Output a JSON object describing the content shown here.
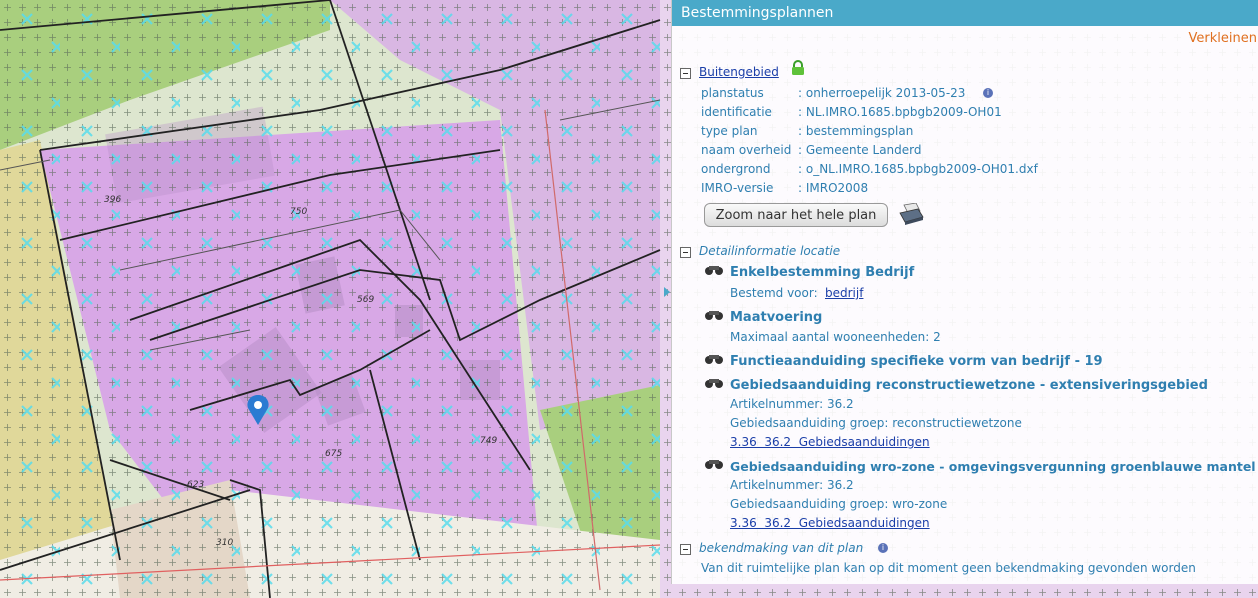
{
  "panel": {
    "title": "Bestemmingsplannen",
    "shrink_label": "Verkleinen"
  },
  "plan": {
    "name": "Buitengebied",
    "properties": [
      {
        "label": "planstatus",
        "value": ": onherroepelijk 2013-05-23"
      },
      {
        "label": "identificatie",
        "value": ": NL.IMRO.1685.bpbgb2009-OH01"
      },
      {
        "label": "type plan",
        "value": ": bestemmingsplan"
      },
      {
        "label": "naam overheid",
        "value": ": Gemeente Landerd"
      },
      {
        "label": "ondergrond",
        "value": ": o_NL.IMRO.1685.bpbgb2009-OH01.dxf"
      },
      {
        "label": "IMRO-versie",
        "value": ": IMRO2008"
      }
    ],
    "zoom_button": "Zoom naar het hele plan"
  },
  "detail": {
    "title": "Detailinformatie locatie",
    "items": [
      {
        "title": "Enkelbestemming Bedrijf",
        "line1_prefix": "Bestemd voor: ",
        "line1_link": "bedrijf"
      },
      {
        "title": "Maatvoering",
        "line1": "Maximaal aantal wooneenheden: 2"
      },
      {
        "title": "Functieaanduiding specifieke vorm van bedrijf - 19"
      },
      {
        "title": "Gebiedsaanduiding reconstructiewetzone - extensiveringsgebied",
        "line1": "Artikelnummer: 36.2",
        "line2": "Gebiedsaanduiding groep: reconstructiewetzone",
        "link": "3.36  36.2  Gebiedsaanduidingen"
      },
      {
        "title": "Gebiedsaanduiding wro-zone - omgevingsvergunning groenblauwe mantel",
        "line1": "Artikelnummer: 36.2",
        "line2": "Gebiedsaanduiding groep: wro-zone",
        "link": "3.36  36.2  Gebiedsaanduidingen"
      }
    ]
  },
  "bekendmaking": {
    "title": "bekendmaking van dit plan",
    "text": "Van dit ruimtelijke plan kan op dit moment geen bekendmaking gevonden worden"
  },
  "map": {
    "parcel_labels": [
      "396",
      "750",
      "569",
      "675",
      "749",
      "623",
      "310"
    ],
    "colors": {
      "purple": "#d8a8e6",
      "green": "#a9cf7e",
      "yellow": "#e0d89a",
      "road": "#f0ede4"
    }
  }
}
